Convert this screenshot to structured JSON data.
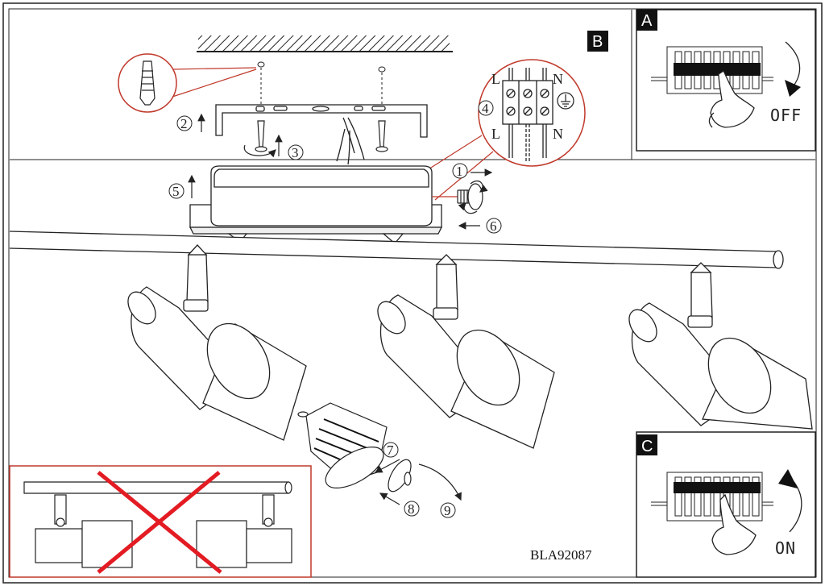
{
  "panels": {
    "a": "A",
    "b": "B",
    "c": "C"
  },
  "terminal": {
    "live": "L",
    "neutral": "N",
    "live_bottom": "L",
    "neutral_bottom": "N"
  },
  "steps": [
    "1",
    "2",
    "3",
    "4",
    "5",
    "6",
    "7",
    "8",
    "9"
  ],
  "breaker_state": {
    "off": "OFF",
    "on": "ON"
  },
  "product_code": "BLA92087",
  "colors": {
    "stroke": "#222222",
    "callout": "#c0392b",
    "cross": "#e31b23"
  },
  "icons": [
    "wall-plug-icon",
    "screw-icon",
    "arrow-up-icon",
    "rotate-arrow-icon",
    "earth-ground-icon",
    "hand-icon",
    "cross-mark-icon"
  ]
}
